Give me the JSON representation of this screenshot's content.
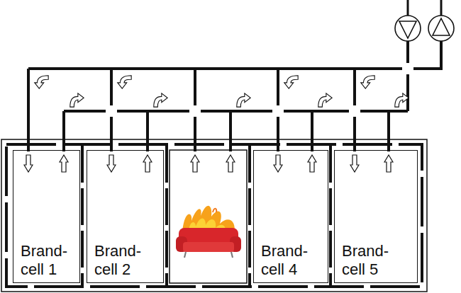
{
  "diagram": {
    "nodes": [
      {
        "text": [
          "Brand- cell 1"
        ]
      },
      {
        "text": [
          "Brand- cell 2"
        ]
      },
      {
        "text": [
          "Brand- cell 4"
        ]
      },
      {
        "text": [
          "Brand- cell 5"
        ]
      }
    ]
  }
}
